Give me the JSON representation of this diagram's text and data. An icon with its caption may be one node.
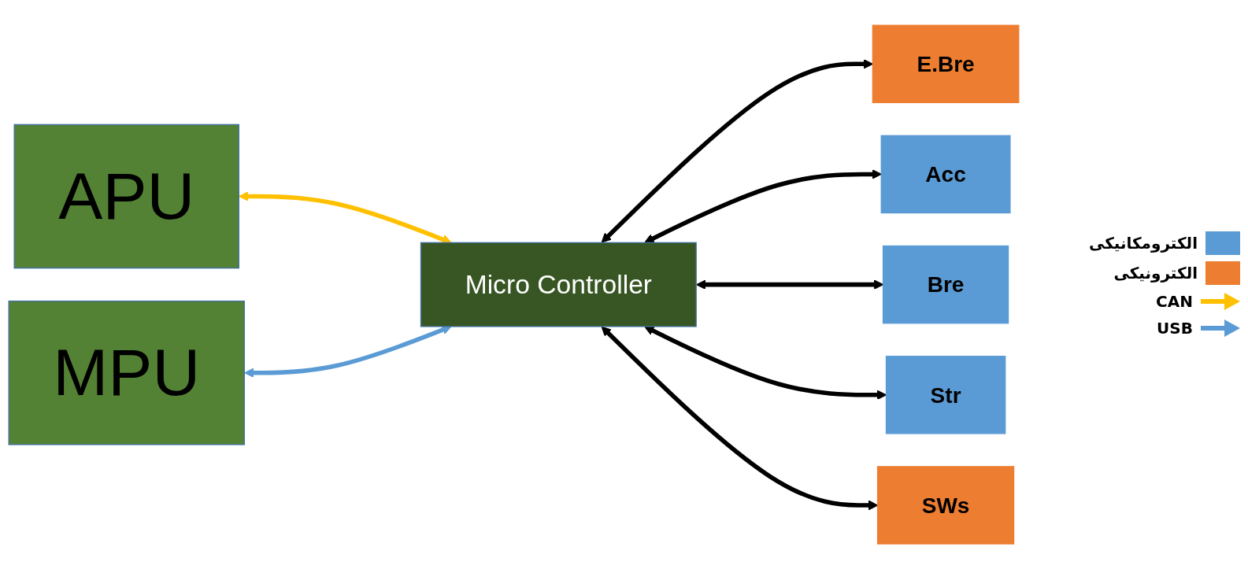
{
  "diagram": {
    "nodes": [
      {
        "text": [
          "APU"
        ]
      },
      {
        "text": [
          "MPU"
        ]
      },
      {
        "text": [
          "Micro Controller"
        ]
      },
      {
        "text": [
          "E.Bre"
        ]
      },
      {
        "text": [
          "Acc"
        ]
      },
      {
        "text": [
          "Bre"
        ]
      },
      {
        "text": [
          "Str"
        ]
      },
      {
        "text": [
          "SWs"
        ]
      }
    ],
    "edges": [
      {
        "from": 0,
        "to": 2,
        "arrow": "both",
        "color": "#ffc000"
      },
      {
        "from": 1,
        "to": 2,
        "arrow": "both",
        "color": "#5b9bd5"
      },
      {
        "from": 2,
        "to": 3,
        "arrow": "both"
      },
      {
        "from": 2,
        "to": 4,
        "arrow": "both"
      },
      {
        "from": 2,
        "to": 5,
        "arrow": "both"
      },
      {
        "from": 2,
        "to": 6,
        "arrow": "both"
      },
      {
        "from": 2,
        "to": 7,
        "arrow": "both"
      }
    ],
    "legend": [
      {
        "text": "الکترومکانیکی",
        "color": "#5b9bd5"
      },
      {
        "text": "الکترونیکی",
        "color": "#ed7d31"
      },
      {
        "text": "CAN"
      },
      {
        "text": "USB"
      }
    ]
  }
}
